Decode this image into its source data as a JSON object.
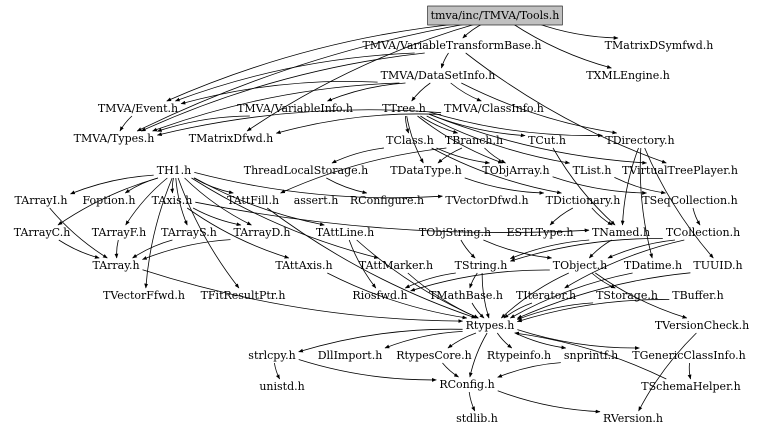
{
  "root": "tmva/inc/TMVA/Tools.h",
  "nodes": [
    {
      "id": "tools",
      "label": "tmva/inc/TMVA/Tools.h"
    },
    {
      "id": "vtb",
      "label": "TMVA/VariableTransformBase.h"
    },
    {
      "id": "tmdsf",
      "label": "TMatrixDSymfwd.h"
    },
    {
      "id": "dsi",
      "label": "TMVA/DataSetInfo.h"
    },
    {
      "id": "xml",
      "label": "TXMLEngine.h"
    },
    {
      "id": "event",
      "label": "TMVA/Event.h"
    },
    {
      "id": "varinfo",
      "label": "TMVA/VariableInfo.h"
    },
    {
      "id": "ttree",
      "label": "TTree.h"
    },
    {
      "id": "classinfo",
      "label": "TMVA/ClassInfo.h"
    },
    {
      "id": "types",
      "label": "TMVA/Types.h"
    },
    {
      "id": "tmdfwd",
      "label": "TMatrixDfwd.h"
    },
    {
      "id": "tclass",
      "label": "TClass.h"
    },
    {
      "id": "tbranch",
      "label": "TBranch.h"
    },
    {
      "id": "tcut",
      "label": "TCut.h"
    },
    {
      "id": "tdir",
      "label": "TDirectory.h"
    },
    {
      "id": "th1",
      "label": "TH1.h"
    },
    {
      "id": "tls",
      "label": "ThreadLocalStorage.h"
    },
    {
      "id": "tdatatype",
      "label": "TDataType.h"
    },
    {
      "id": "tobjarray",
      "label": "TObjArray.h"
    },
    {
      "id": "tlist",
      "label": "TList.h"
    },
    {
      "id": "tvtp",
      "label": "TVirtualTreePlayer.h"
    },
    {
      "id": "tarrayi",
      "label": "TArrayI.h"
    },
    {
      "id": "foption",
      "label": "Foption.h"
    },
    {
      "id": "taxis",
      "label": "TAxis.h"
    },
    {
      "id": "tattfill",
      "label": "TAttFill.h"
    },
    {
      "id": "assert",
      "label": "assert.h"
    },
    {
      "id": "rconfigure",
      "label": "RConfigure.h"
    },
    {
      "id": "tvdfwd",
      "label": "TVectorDfwd.h"
    },
    {
      "id": "tdict",
      "label": "TDictionary.h"
    },
    {
      "id": "tseqcoll",
      "label": "TSeqCollection.h"
    },
    {
      "id": "tarrayc",
      "label": "TArrayC.h"
    },
    {
      "id": "tarrayf",
      "label": "TArrayF.h"
    },
    {
      "id": "tarrays",
      "label": "TArrayS.h"
    },
    {
      "id": "tarrayd",
      "label": "TArrayD.h"
    },
    {
      "id": "tattline",
      "label": "TAttLine.h"
    },
    {
      "id": "tobjstring",
      "label": "TObjString.h"
    },
    {
      "id": "estltype",
      "label": "ESTLType.h"
    },
    {
      "id": "tnamed",
      "label": "TNamed.h"
    },
    {
      "id": "tcoll",
      "label": "TCollection.h"
    },
    {
      "id": "tarray",
      "label": "TArray.h"
    },
    {
      "id": "tattaxis",
      "label": "TAttAxis.h"
    },
    {
      "id": "tattmarker",
      "label": "TAttMarker.h"
    },
    {
      "id": "tstring",
      "label": "TString.h"
    },
    {
      "id": "tobject",
      "label": "TObject.h"
    },
    {
      "id": "tdatime",
      "label": "TDatime.h"
    },
    {
      "id": "tuuid",
      "label": "TUUID.h"
    },
    {
      "id": "tvffwd",
      "label": "TVectorFfwd.h"
    },
    {
      "id": "tfrp",
      "label": "TFitResultPtr.h"
    },
    {
      "id": "riosfwd",
      "label": "Riosfwd.h"
    },
    {
      "id": "tmathbase",
      "label": "TMathBase.h"
    },
    {
      "id": "titer",
      "label": "TIterator.h"
    },
    {
      "id": "tstorage",
      "label": "TStorage.h"
    },
    {
      "id": "tbuffer",
      "label": "TBuffer.h"
    },
    {
      "id": "tvcheck",
      "label": "TVersionCheck.h"
    },
    {
      "id": "rtypes",
      "label": "Rtypes.h"
    },
    {
      "id": "strlcpy",
      "label": "strlcpy.h"
    },
    {
      "id": "dllimport",
      "label": "DllImport.h"
    },
    {
      "id": "rtypescore",
      "label": "RtypesCore.h"
    },
    {
      "id": "rtypeinfo",
      "label": "Rtypeinfo.h"
    },
    {
      "id": "snprintf",
      "label": "snprintf.h"
    },
    {
      "id": "tgci",
      "label": "TGenericClassInfo.h"
    },
    {
      "id": "unistd",
      "label": "unistd.h"
    },
    {
      "id": "rconfig",
      "label": "RConfig.h"
    },
    {
      "id": "tschema",
      "label": "TSchemaHelper.h"
    },
    {
      "id": "stdlib",
      "label": "stdlib.h"
    },
    {
      "id": "rversion",
      "label": "RVersion.h"
    }
  ],
  "edges": [
    [
      "tools",
      "vtb"
    ],
    [
      "tools",
      "tmdsf"
    ],
    [
      "tools",
      "xml"
    ],
    [
      "tools",
      "event"
    ],
    [
      "tools",
      "types"
    ],
    [
      "tools",
      "tmdfwd"
    ],
    [
      "vtb",
      "dsi"
    ],
    [
      "vtb",
      "event"
    ],
    [
      "vtb",
      "types"
    ],
    [
      "vtb",
      "tvtp"
    ],
    [
      "dsi",
      "event"
    ],
    [
      "dsi",
      "varinfo"
    ],
    [
      "dsi",
      "ttree"
    ],
    [
      "dsi",
      "classinfo"
    ],
    [
      "dsi",
      "tdir"
    ],
    [
      "dsi",
      "types"
    ],
    [
      "event",
      "types"
    ],
    [
      "varinfo",
      "types"
    ],
    [
      "classinfo",
      "types"
    ],
    [
      "classinfo",
      "tmdfwd"
    ],
    [
      "ttree",
      "tbranch"
    ],
    [
      "ttree",
      "tclass"
    ],
    [
      "ttree",
      "tcut"
    ],
    [
      "ttree",
      "tdatatype"
    ],
    [
      "ttree",
      "tobjarray"
    ],
    [
      "ttree",
      "tlist"
    ],
    [
      "ttree",
      "tvtp"
    ],
    [
      "ttree",
      "tdir"
    ],
    [
      "tclass",
      "tdict"
    ],
    [
      "tclass",
      "tls"
    ],
    [
      "tclass",
      "tobjarray"
    ],
    [
      "tbranch",
      "tobjarray"
    ],
    [
      "tbranch",
      "tdatatype"
    ],
    [
      "tbranch",
      "tattfill"
    ],
    [
      "tcut",
      "tnamed"
    ],
    [
      "tdir",
      "tnamed"
    ],
    [
      "tdir",
      "tuuid"
    ],
    [
      "tdir",
      "tdatime"
    ],
    [
      "th1",
      "tarrayi"
    ],
    [
      "th1",
      "foption"
    ],
    [
      "th1",
      "taxis"
    ],
    [
      "th1",
      "tattfill"
    ],
    [
      "th1",
      "tattline"
    ],
    [
      "th1",
      "tattmarker"
    ],
    [
      "th1",
      "tarrayc"
    ],
    [
      "th1",
      "tarrayf"
    ],
    [
      "th1",
      "tarrays"
    ],
    [
      "th1",
      "tarrayd"
    ],
    [
      "th1",
      "tvffwd"
    ],
    [
      "th1",
      "tfrp"
    ],
    [
      "th1",
      "tvdfwd"
    ],
    [
      "taxis",
      "tattaxis"
    ],
    [
      "taxis",
      "tnamed"
    ],
    [
      "taxis",
      "tarrayd"
    ],
    [
      "tls",
      "rconfigure"
    ],
    [
      "tdatatype",
      "tdict"
    ],
    [
      "tobjarray",
      "tseqcoll"
    ],
    [
      "tlist",
      "tseqcoll"
    ],
    [
      "tseqcoll",
      "tcoll"
    ],
    [
      "tcoll",
      "tobject"
    ],
    [
      "tcoll",
      "titer"
    ],
    [
      "tcoll",
      "tstring"
    ],
    [
      "tdict",
      "tnamed"
    ],
    [
      "tdict",
      "estltype"
    ],
    [
      "tnamed",
      "tobject"
    ],
    [
      "tnamed",
      "tstring"
    ],
    [
      "tobjstring",
      "tobject"
    ],
    [
      "tobjstring",
      "tstring"
    ],
    [
      "tarrayi",
      "tarray"
    ],
    [
      "tarrayc",
      "tarray"
    ],
    [
      "tarrayf",
      "tarray"
    ],
    [
      "tarrays",
      "tarray"
    ],
    [
      "tarrayd",
      "tarray"
    ],
    [
      "tattline",
      "riosfwd"
    ],
    [
      "tattline",
      "rtypes"
    ],
    [
      "tattaxis",
      "rtypes"
    ],
    [
      "tattmarker",
      "rtypes"
    ],
    [
      "tattfill",
      "rtypes"
    ],
    [
      "tstring",
      "rtypes"
    ],
    [
      "tstring",
      "tmathbase"
    ],
    [
      "tstring",
      "riosfwd"
    ],
    [
      "tobject",
      "rtypes"
    ],
    [
      "tobject",
      "tstorage"
    ],
    [
      "tobject",
      "tvcheck"
    ],
    [
      "tobject",
      "riosfwd"
    ],
    [
      "tarray",
      "rtypes"
    ],
    [
      "tdatime",
      "rtypes"
    ],
    [
      "tuuid",
      "rtypes"
    ],
    [
      "tbuffer",
      "rtypes"
    ],
    [
      "titer",
      "rtypes"
    ],
    [
      "tmathbase",
      "rtypes"
    ],
    [
      "tstorage",
      "rtypes"
    ],
    [
      "tvcheck",
      "rversion"
    ],
    [
      "rtypes",
      "strlcpy"
    ],
    [
      "rtypes",
      "dllimport"
    ],
    [
      "rtypes",
      "rtypescore"
    ],
    [
      "rtypes",
      "rtypeinfo"
    ],
    [
      "rtypes",
      "snprintf"
    ],
    [
      "rtypes",
      "tgci"
    ],
    [
      "rtypes",
      "rconfig"
    ],
    [
      "strlcpy",
      "unistd"
    ],
    [
      "strlcpy",
      "rconfig"
    ],
    [
      "snprintf",
      "rconfig"
    ],
    [
      "rtypescore",
      "rconfig"
    ],
    [
      "tgci",
      "tschema"
    ],
    [
      "tschema",
      "rtypes"
    ],
    [
      "rconfig",
      "stdlib"
    ],
    [
      "rconfig",
      "rversion"
    ]
  ]
}
